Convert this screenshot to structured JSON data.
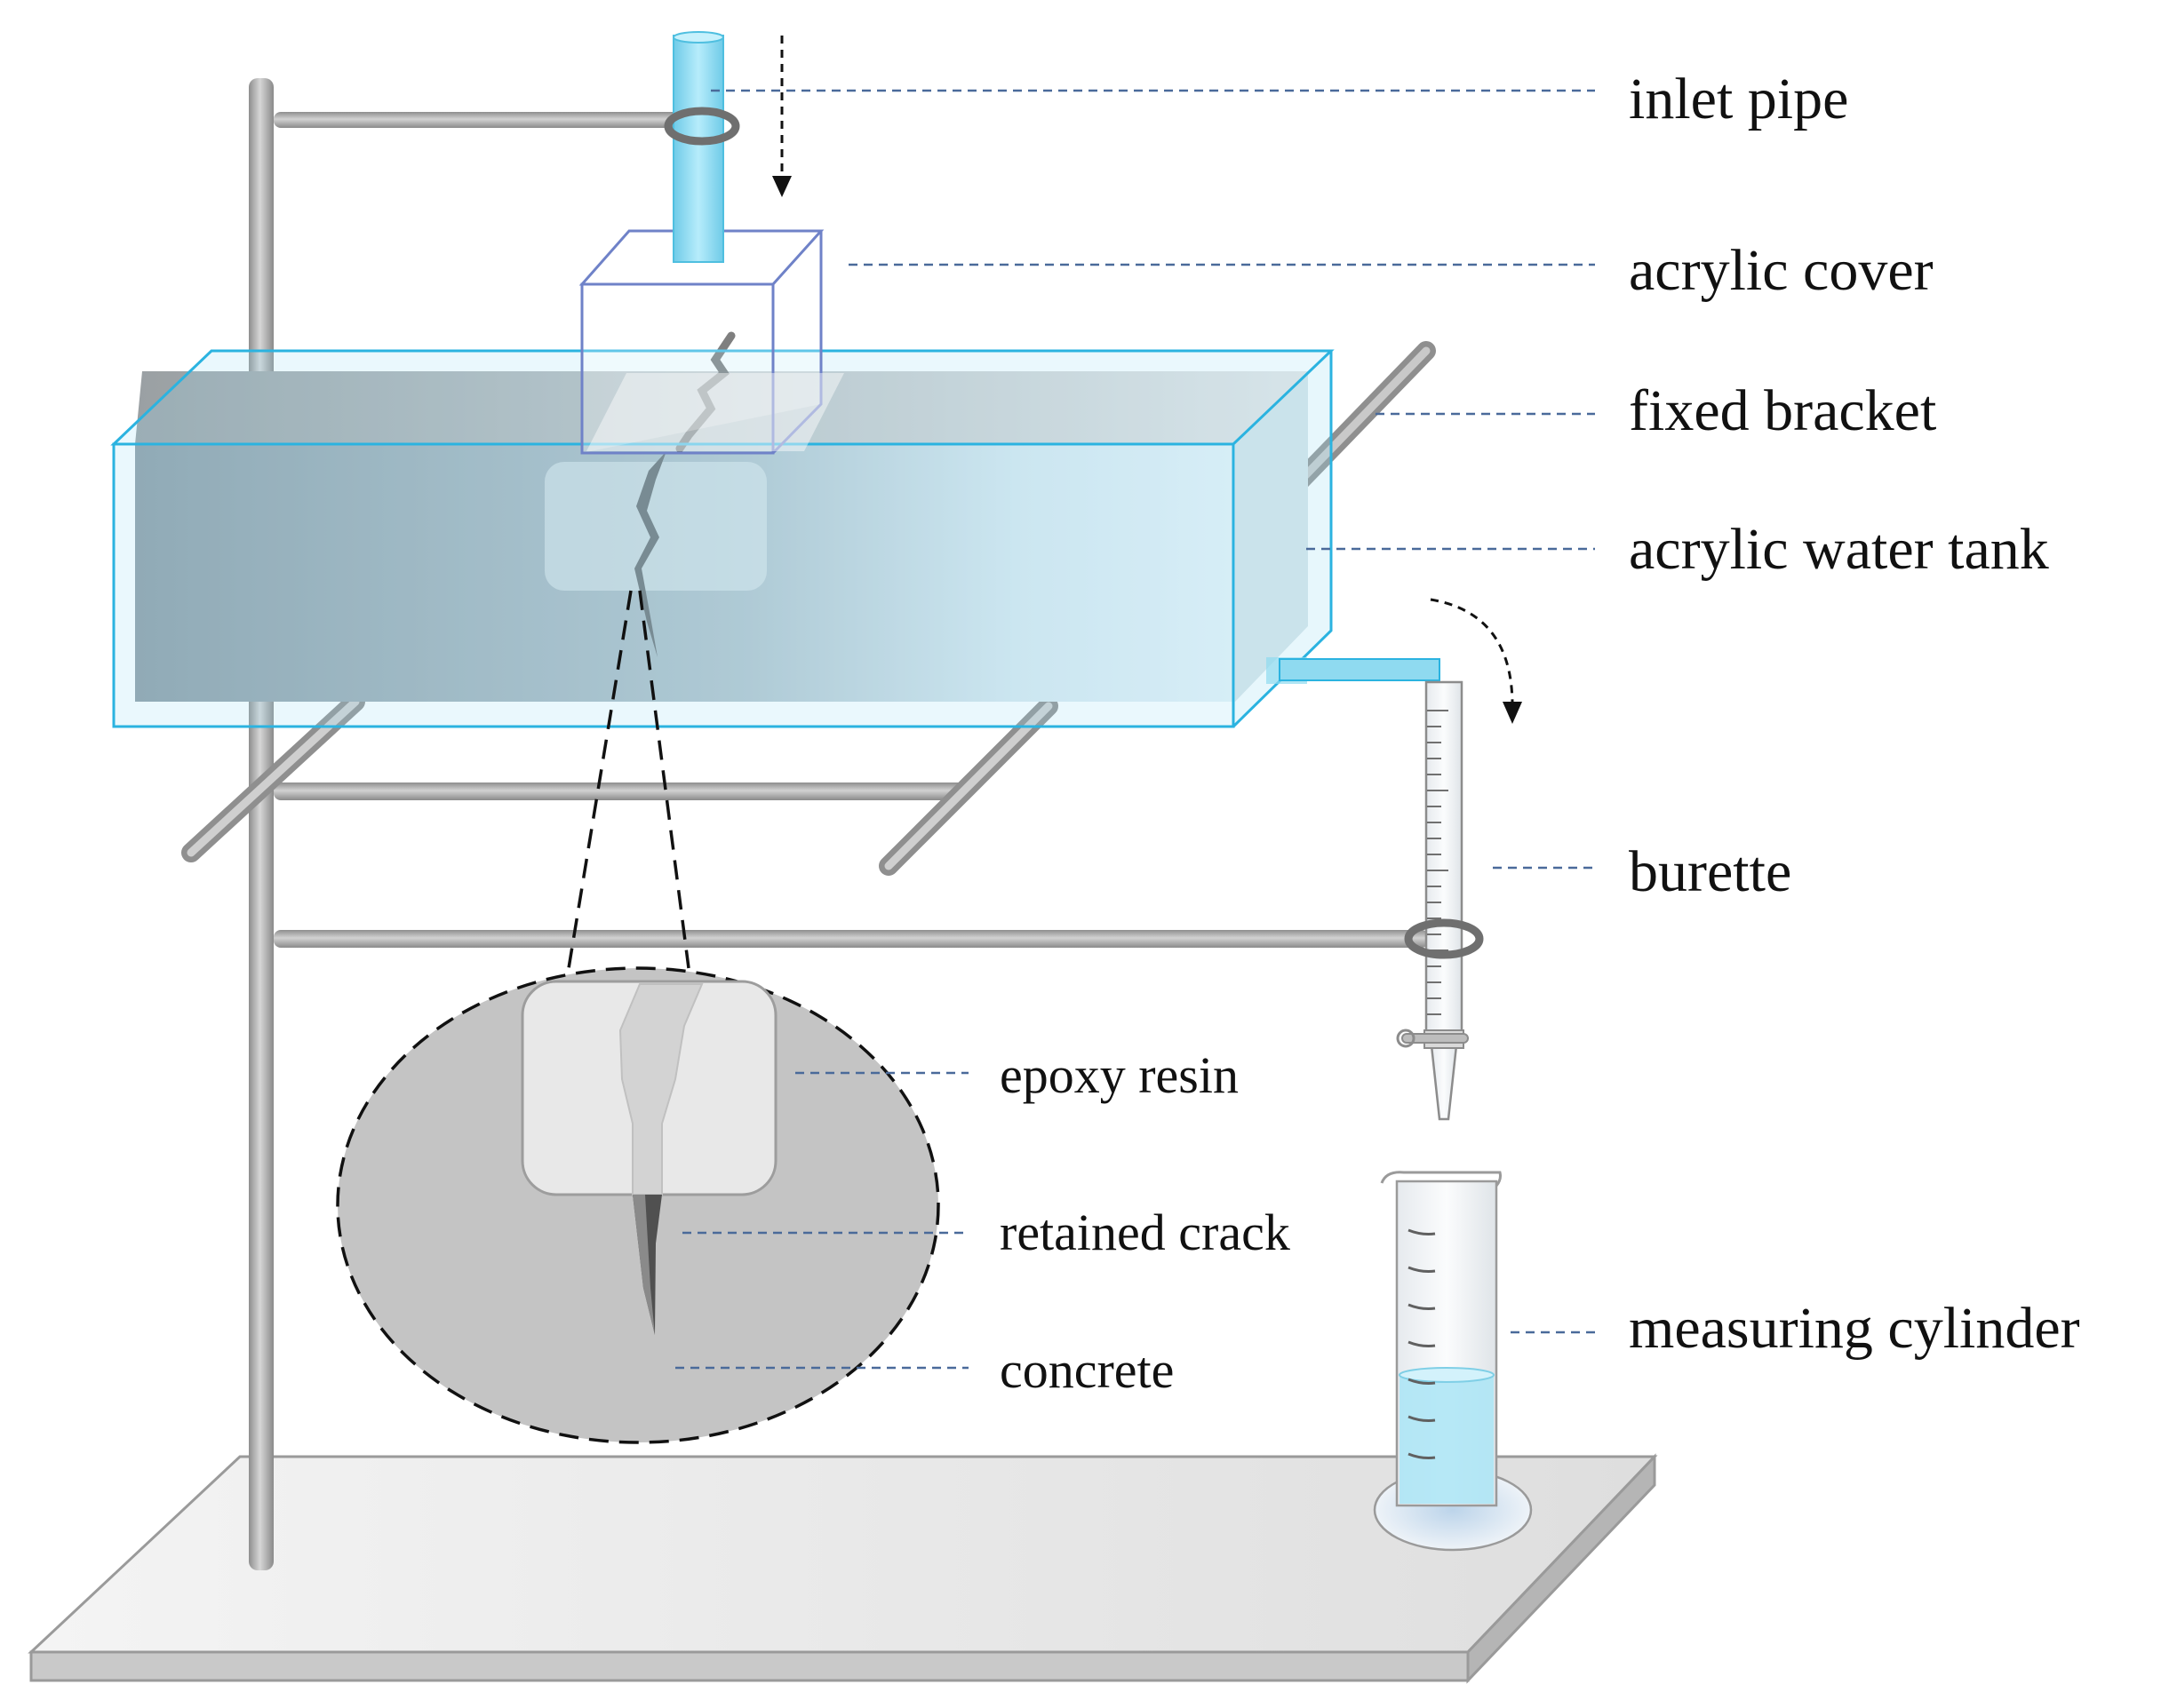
{
  "labels": {
    "inlet_pipe": "inlet pipe",
    "acrylic_cover": "acrylic cover",
    "fixed_bracket": "fixed bracket",
    "acrylic_water_tank": "acrylic water tank",
    "burette": "burette",
    "measuring_cylinder": "measuring cylinder",
    "epoxy_resin": "epoxy resin",
    "retained_crack": "retained crack",
    "concrete": "concrete"
  },
  "colors": {
    "water": "#8fdaf0",
    "water_edge": "#2bb3e0",
    "cover_edge": "#6f82c8",
    "metal": "#a9a9a9",
    "concrete": "#c4c4c4",
    "leader": "#4a6a9a"
  }
}
